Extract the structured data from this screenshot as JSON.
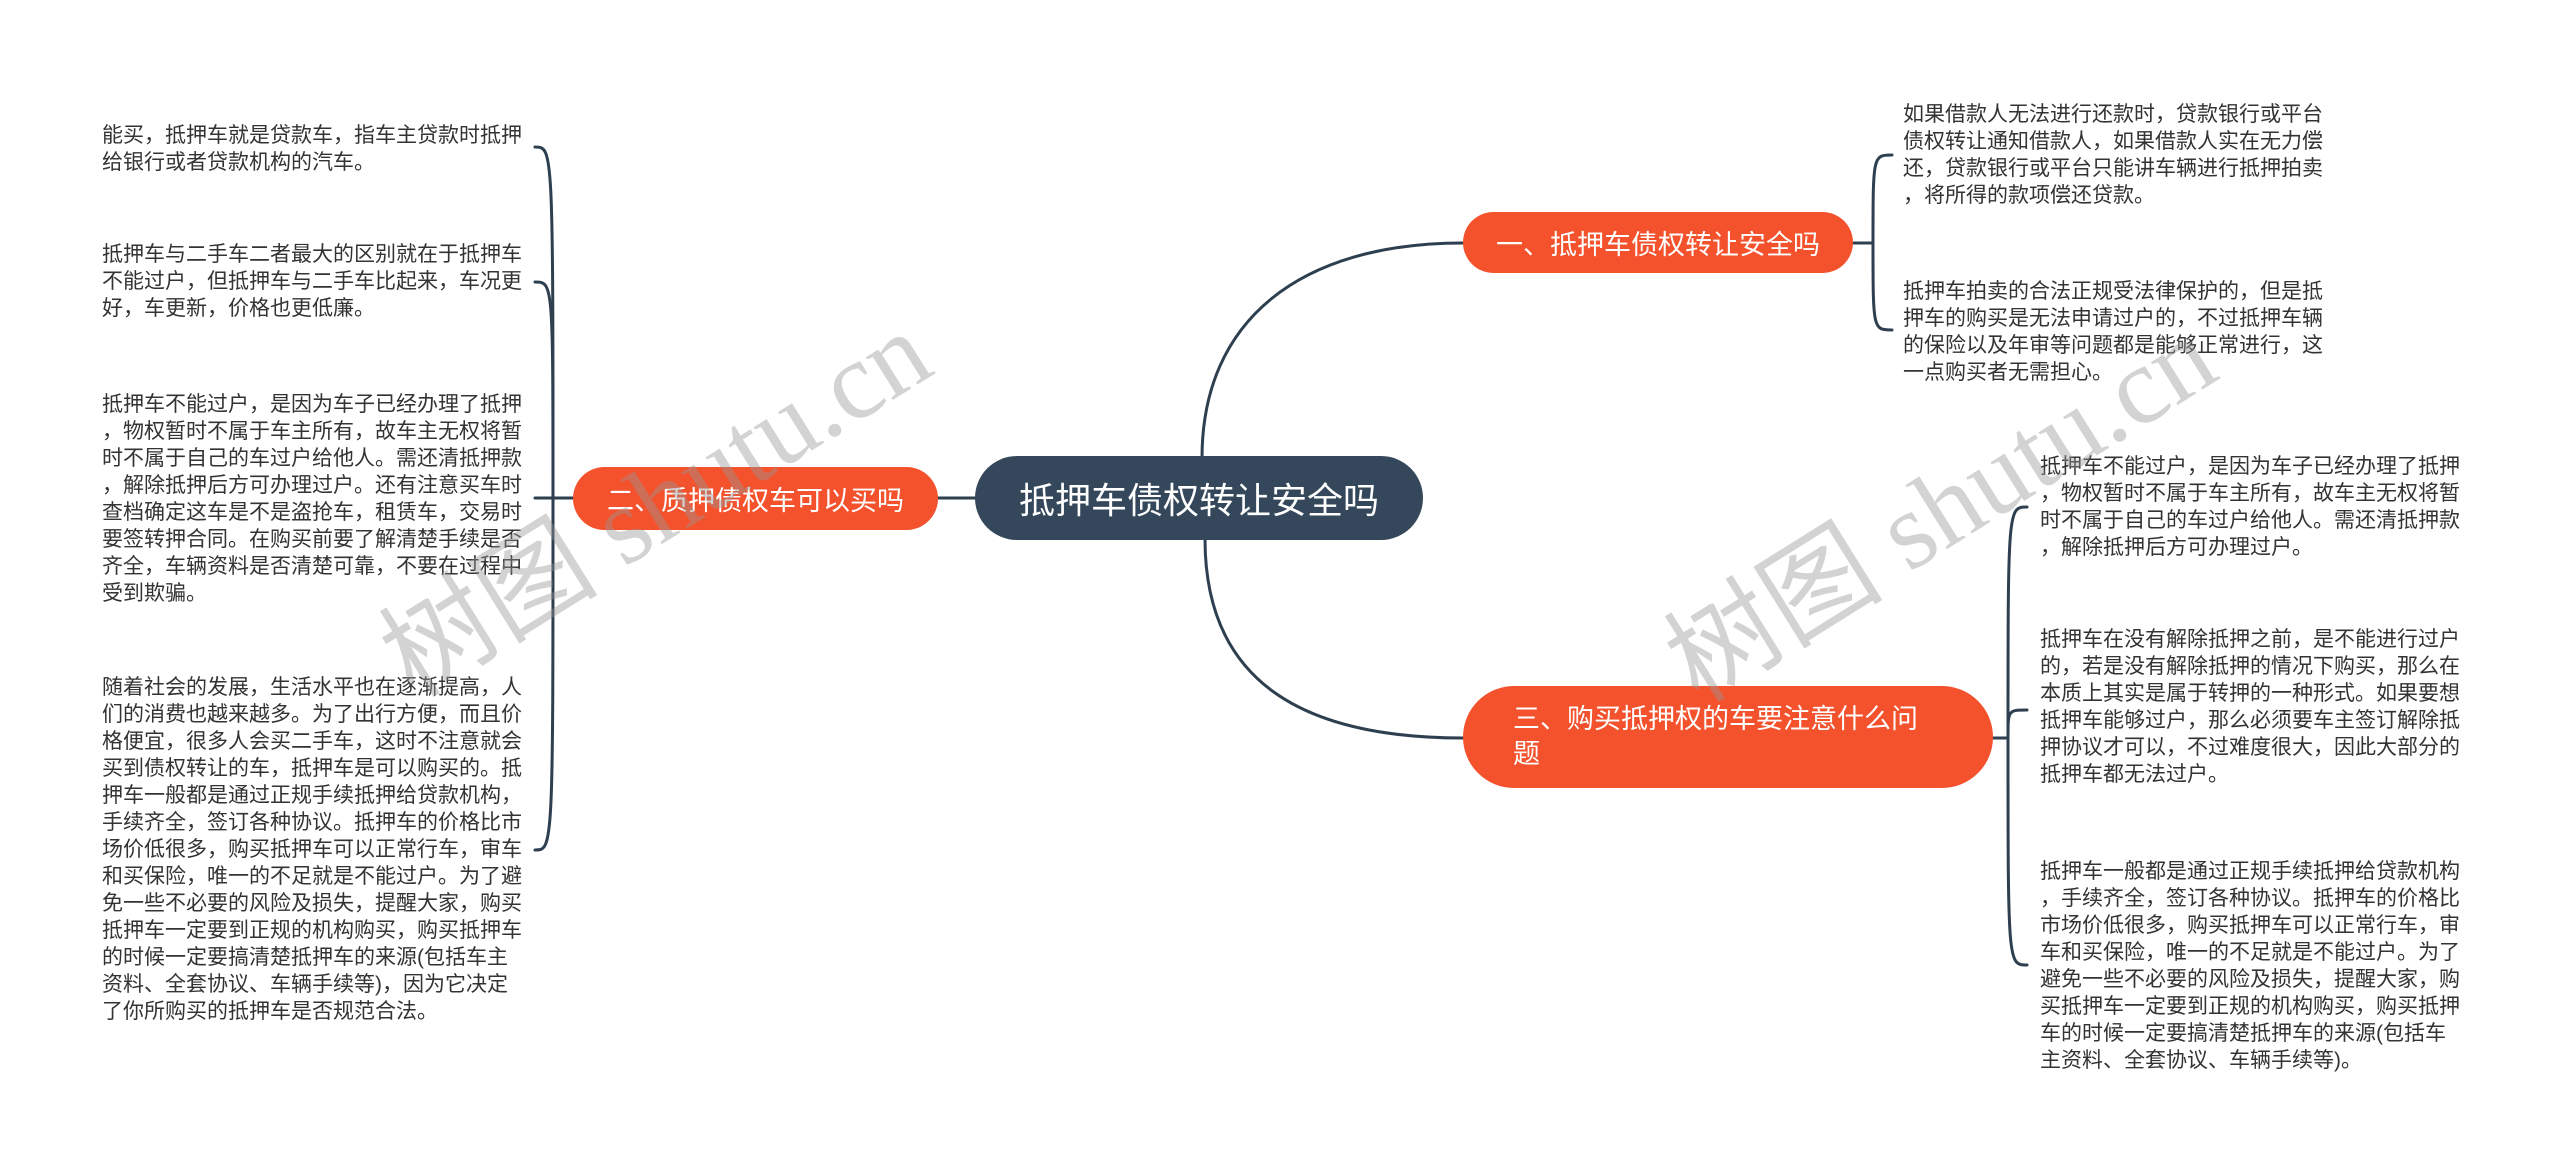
{
  "theme": {
    "root": "#35485b",
    "branch": "#f4522d",
    "line": "#2e3f50",
    "text": "#333333",
    "canvas": "#ffffff"
  },
  "mindmap": {
    "root": {
      "label": "抵押车债权转让安全吗"
    },
    "branches": [
      {
        "label": "一、抵押车债权转让安全吗",
        "children": [
          {
            "lines": [
              "如果借款人无法进行还款时，贷款银行或平台",
              "债权转让通知借款人，如果借款人实在无力偿",
              "还，贷款银行或平台只能讲车辆进行抵押拍卖",
              "，将所得的款项偿还贷款。"
            ]
          },
          {
            "lines": [
              "抵押车拍卖的合法正规受法律保护的，但是抵",
              "押车的购买是无法申请过户的，不过抵押车辆",
              "的保险以及年审等问题都是能够正常进行，这",
              "一点购买者无需担心。"
            ]
          }
        ]
      },
      {
        "label": "二、质押债权车可以买吗",
        "children": [
          {
            "lines": [
              "能买，抵押车就是贷款车，指车主贷款时抵押",
              "给银行或者贷款机构的汽车。"
            ]
          },
          {
            "lines": [
              "抵押车与二手车二者最大的区别就在于抵押车",
              "不能过户，但抵押车与二手车比起来，车况更",
              "好，车更新，价格也更低廉。"
            ]
          },
          {
            "lines": [
              "抵押车不能过户，是因为车子已经办理了抵押",
              "，物权暂时不属于车主所有，故车主无权将暂",
              "时不属于自己的车过户给他人。需还清抵押款",
              "，解除抵押后方可办理过户。还有注意买车时",
              "查档确定这车是不是盗抢车，租赁车，交易时",
              "要签转押合同。在购买前要了解清楚手续是否",
              "齐全，车辆资料是否清楚可靠，不要在过程中",
              "受到欺骗。"
            ]
          },
          {
            "lines": [
              "随着社会的发展，生活水平也在逐渐提高，人",
              "们的消费也越来越多。为了出行方便，而且价",
              "格便宜，很多人会买二手车，这时不注意就会",
              "买到债权转让的车，抵押车是可以购买的。抵",
              "押车一般都是通过正规手续抵押给贷款机构，",
              "手续齐全，签订各种协议。抵押车的价格比市",
              "场价低很多，购买抵押车可以正常行车，审车",
              "和买保险，唯一的不足就是不能过户。为了避",
              "免一些不必要的风险及损失，提醒大家，购买",
              "抵押车一定要到正规的机构购买，购买抵押车",
              "的时候一定要搞清楚抵押车的来源(包括车主",
              "资料、全套协议、车辆手续等)，因为它决定",
              "了你所购买的抵押车是否规范合法。"
            ]
          }
        ]
      },
      {
        "label": "三、购买抵押权的车要注意什么问题",
        "children": [
          {
            "lines": [
              "抵押车不能过户，是因为车子已经办理了抵押",
              "，物权暂时不属于车主所有，故车主无权将暂",
              "时不属于自己的车过户给他人。需还清抵押款",
              "，解除抵押后方可办理过户。"
            ]
          },
          {
            "lines": [
              "抵押车在没有解除抵押之前，是不能进行过户",
              "的，若是没有解除抵押的情况下购买，那么在",
              "本质上其实是属于转押的一种形式。如果要想",
              "抵押车能够过户，那么必须要车主签订解除抵",
              "押协议才可以，不过难度很大，因此大部分的",
              "抵押车都无法过户。"
            ]
          },
          {
            "lines": [
              "抵押车一般都是通过正规手续抵押给贷款机构",
              "，手续齐全，签订各种协议。抵押车的价格比",
              "市场价低很多，购买抵押车可以正常行车，审",
              "车和买保险，唯一的不足就是不能过户。为了",
              "避免一些不必要的风险及损失，提醒大家，购",
              "买抵押车一定要到正规的机构购买，购买抵押",
              "车的时候一定要搞清楚抵押车的来源(包括车",
              "主资料、全套协议、车辆手续等)。"
            ]
          }
        ]
      }
    ]
  },
  "watermark": {
    "text": "树图 shutu.cn"
  }
}
